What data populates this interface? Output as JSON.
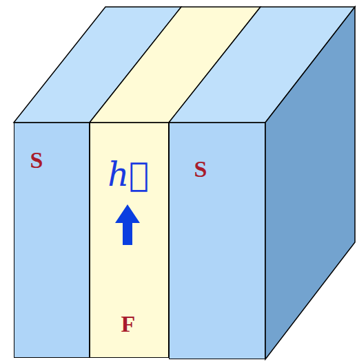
{
  "diagram": {
    "nodes": [
      {
        "text": [
          "S"
        ]
      },
      {
        "text": [
          "h⃗",
          "F"
        ]
      },
      {
        "text": [
          "S"
        ]
      }
    ]
  }
}
